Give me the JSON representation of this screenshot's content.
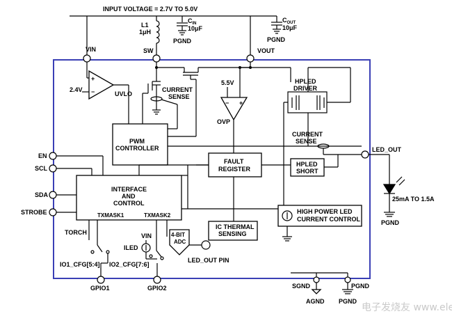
{
  "header": {
    "input_voltage": "INPUT VOLTAGE = 2.7V TO 5.0V"
  },
  "components": {
    "inductor_label": "L1",
    "inductor_value": "1μH",
    "cin_main": "C",
    "cin_sub": "IN",
    "cin_value": "10μF",
    "cout_main": "C",
    "cout_sub": "OUT",
    "cout_value": "10μF",
    "pgnd_cin": "PGND",
    "pgnd_cout": "PGND"
  },
  "pins": {
    "vin": "VIN",
    "sw": "SW",
    "vout": "VOUT",
    "en": "EN",
    "scl": "SCL",
    "sda": "SDA",
    "strobe": "STROBE",
    "led_out": "LED_OUT",
    "gpio1": "GPIO1",
    "gpio2": "GPIO2",
    "sgnd": "SGND",
    "pgnd": "PGND"
  },
  "blocks": {
    "uvlo": "UVLO",
    "uvlo_ref": "2.4V",
    "current_sense_1a": "CURRENT",
    "current_sense_1b": "SENSE",
    "pwm_a": "PWM",
    "pwm_b": "CONTROLLER",
    "ovp_ref": "5.5V",
    "ovp": "OVP",
    "hpled_driver_a": "HPLED",
    "hpled_driver_b": "DRIVER",
    "current_sense_2a": "CURRENT",
    "current_sense_2b": "SENSE",
    "fault_a": "FAULT",
    "fault_b": "REGISTER",
    "hpled_short_a": "HPLED",
    "hpled_short_b": "SHORT",
    "iface_a": "INTERFACE",
    "iface_b": "AND",
    "iface_c": "CONTROL",
    "txmask1": "TXMASK1",
    "txmask2": "TXMASK2",
    "hp_led_a": "HIGH POWER LED",
    "hp_led_b": "CURRENT CONTROL",
    "thermal_a": "IC THERMAL",
    "thermal_b": "SENSING",
    "adc_a": "4-BIT",
    "adc_b": "ADC",
    "torch": "TORCH",
    "iled": "ILED",
    "vin_src": "VIN",
    "io1_cfg": "IO1_CFG[5:4]",
    "io2_cfg": "IO2_CFG[7:6]",
    "led_out_pin": "LED_OUT PIN",
    "led_current": "25mA TO 1.5A",
    "pgnd_led": "PGND",
    "agnd": "AGND",
    "pgnd_bottom": "PGND",
    "plus": "+",
    "minus": "−"
  },
  "watermark": "电子发烧友 www.elecfans.com"
}
